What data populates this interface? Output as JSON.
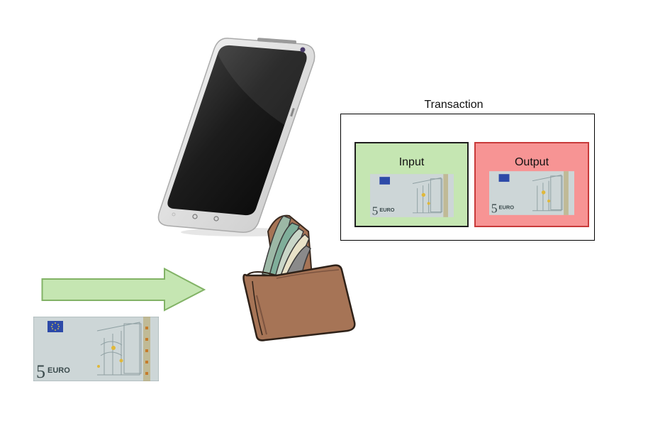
{
  "transaction": {
    "title": "Transaction",
    "input_label": "Input",
    "output_label": "Output"
  },
  "banknote": {
    "denomination": "5",
    "currency_text": "EURO"
  },
  "icons": {
    "phone": "smartphone-icon",
    "wallet": "wallet-icon",
    "arrow": "right-arrow-icon",
    "banknote": "five-euro-banknote-icon"
  },
  "colors": {
    "input_panel": "#c5e6b2",
    "output_panel": "#f79494",
    "output_border": "#c83a3a",
    "arrow_fill": "#c5e6b2",
    "arrow_stroke": "#82b366",
    "wallet": "#a67456"
  }
}
